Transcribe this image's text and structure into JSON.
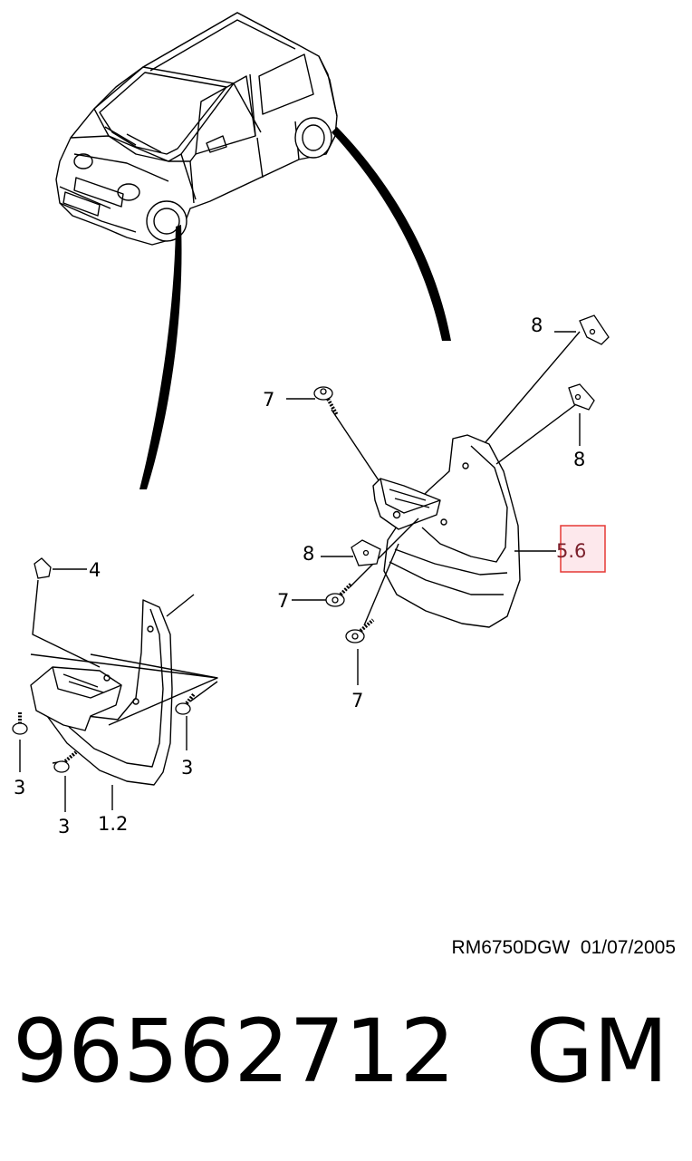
{
  "diagram": {
    "callouts": {
      "c8_top": "8",
      "c8_mid": "8",
      "c8_bracket": "8",
      "c7_top": "7",
      "c7_mid": "7",
      "c7_bottom": "7",
      "c56": "5.6",
      "c4": "4",
      "c3_left": "3",
      "c3_mid": "3",
      "c3_right": "3",
      "c12": "1.2"
    },
    "highlight_color": "#e53935",
    "highlight_fill": "#fde8ec",
    "stamp": "RM6750DGW  01/07/2005"
  },
  "footer": {
    "part_number": "96562712",
    "brand": "GM"
  }
}
